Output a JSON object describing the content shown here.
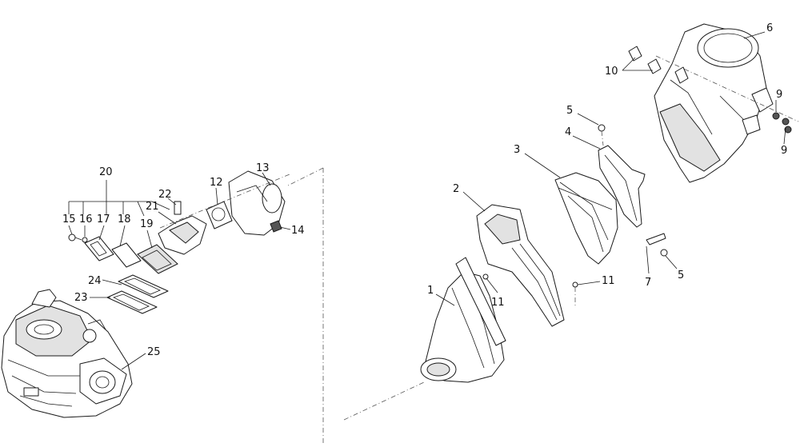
{
  "callouts": [
    {
      "id": "c1",
      "text": "1"
    },
    {
      "id": "c2",
      "text": "2"
    },
    {
      "id": "c3",
      "text": "3"
    },
    {
      "id": "c4",
      "text": "4"
    },
    {
      "id": "c5a",
      "text": "5"
    },
    {
      "id": "c5b",
      "text": "5"
    },
    {
      "id": "c6",
      "text": "6"
    },
    {
      "id": "c7",
      "text": "7"
    },
    {
      "id": "c9a",
      "text": "9"
    },
    {
      "id": "c9b",
      "text": "9"
    },
    {
      "id": "c10",
      "text": "10"
    },
    {
      "id": "c11a",
      "text": "11"
    },
    {
      "id": "c11b",
      "text": "11"
    },
    {
      "id": "c12",
      "text": "12"
    },
    {
      "id": "c13",
      "text": "13"
    },
    {
      "id": "c14",
      "text": "14"
    },
    {
      "id": "c15",
      "text": "15"
    },
    {
      "id": "c16",
      "text": "16"
    },
    {
      "id": "c17",
      "text": "17"
    },
    {
      "id": "c18",
      "text": "18"
    },
    {
      "id": "c19",
      "text": "19"
    },
    {
      "id": "c20",
      "text": "20"
    },
    {
      "id": "c21",
      "text": "21"
    },
    {
      "id": "c22",
      "text": "22"
    },
    {
      "id": "c23",
      "text": "23"
    },
    {
      "id": "c24",
      "text": "24"
    },
    {
      "id": "c25",
      "text": "25"
    }
  ]
}
